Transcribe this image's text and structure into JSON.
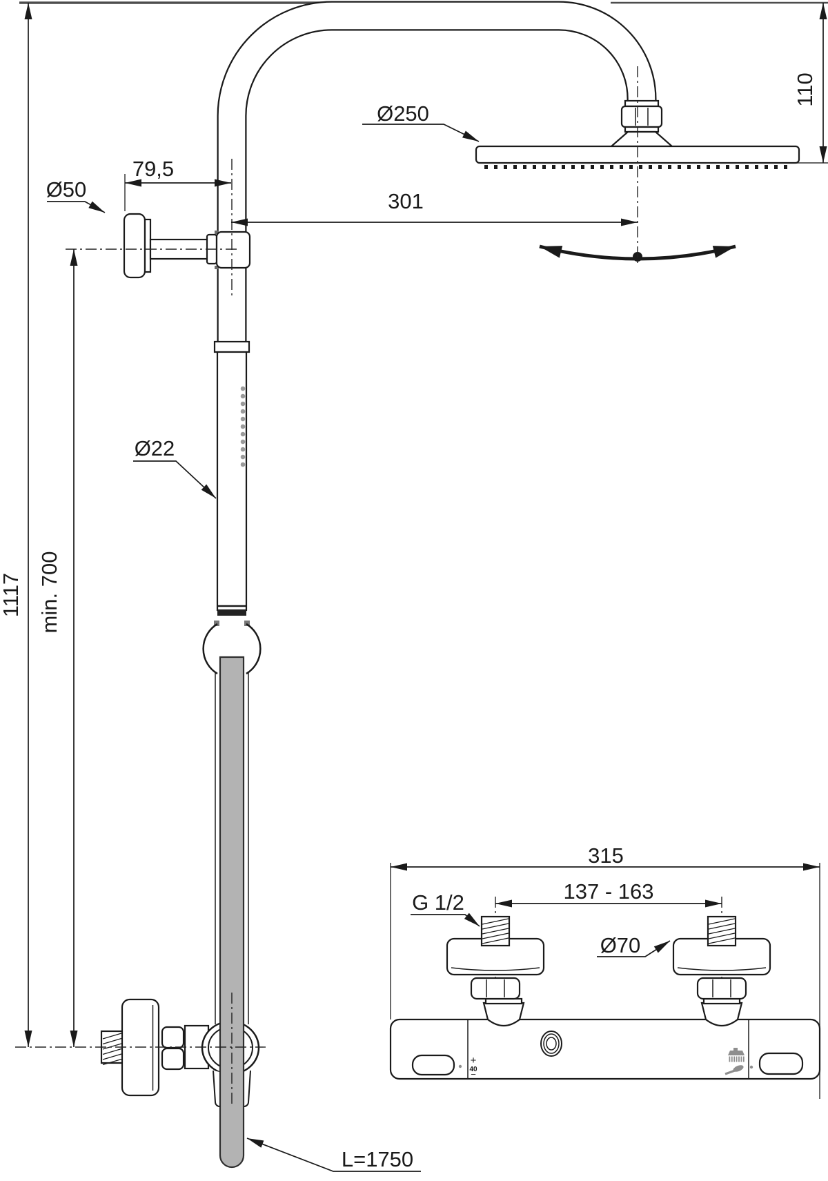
{
  "drawing": {
    "kind": "technical-dimension-drawing",
    "subject": "exposed shower system with overhead rain head, stick hand shower, hose and thermostatic bar mixer",
    "units": "mm",
    "labels": {
      "head_diameter": "Ø250",
      "head_drop_height": "110",
      "bracket_offset": "79,5",
      "bracket_diameter": "Ø50",
      "arm_reach": "301",
      "total_height": "1117",
      "min_mount_height": "min. 700",
      "rail_diameter": "Ø22",
      "hose_length": "L=1750",
      "mixer_width": "315",
      "inlet_spread": "137 - 163",
      "thread_size": "G 1/2",
      "escutcheon_diameter": "Ø70"
    },
    "mixer_dial": {
      "plus": "+",
      "temp_stop": "40",
      "minus": "−"
    },
    "colors": {
      "line": "#1a1a1a",
      "hose_gray": "#b3b3b3",
      "icon_gray": "#8e8e8e",
      "extension_gray": "#4d4d4d"
    }
  }
}
